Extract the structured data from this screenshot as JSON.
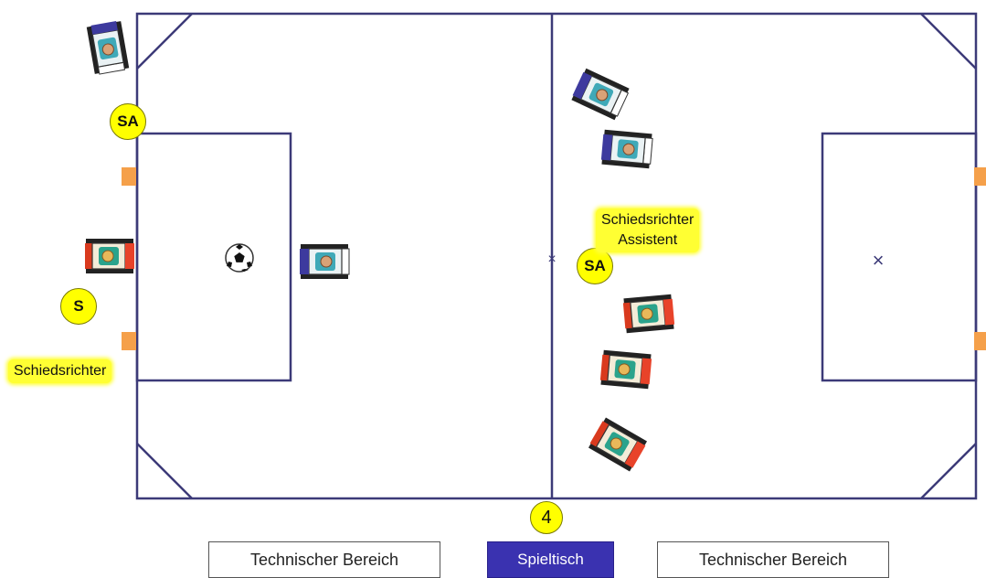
{
  "labels": {
    "referee_badge": "S",
    "assistant_badge": "SA",
    "referee_text": "Schiedsrichter",
    "assistant_text_line1": "Schiedsrichter",
    "assistant_text_line2": "Assistent",
    "fourth_official": "4",
    "technical_area_left": "Technischer Bereich",
    "technical_area_right": "Technischer Bereich",
    "scorer_table": "Spieltisch"
  },
  "marks": {
    "center_mark": "×",
    "penalty_mark": "×"
  },
  "colors": {
    "field_lines": "#3c3a78",
    "highlight": "#ffff00",
    "goal_marker": "#f5a04a",
    "scorer_table": "#3a32b0",
    "team_red": "#d93a1e",
    "team_blue": "#3d3a9e",
    "team_bib": "#2aa38c"
  },
  "icons": [
    "soccer-ball-icon",
    "wheelchair-player-icon"
  ]
}
